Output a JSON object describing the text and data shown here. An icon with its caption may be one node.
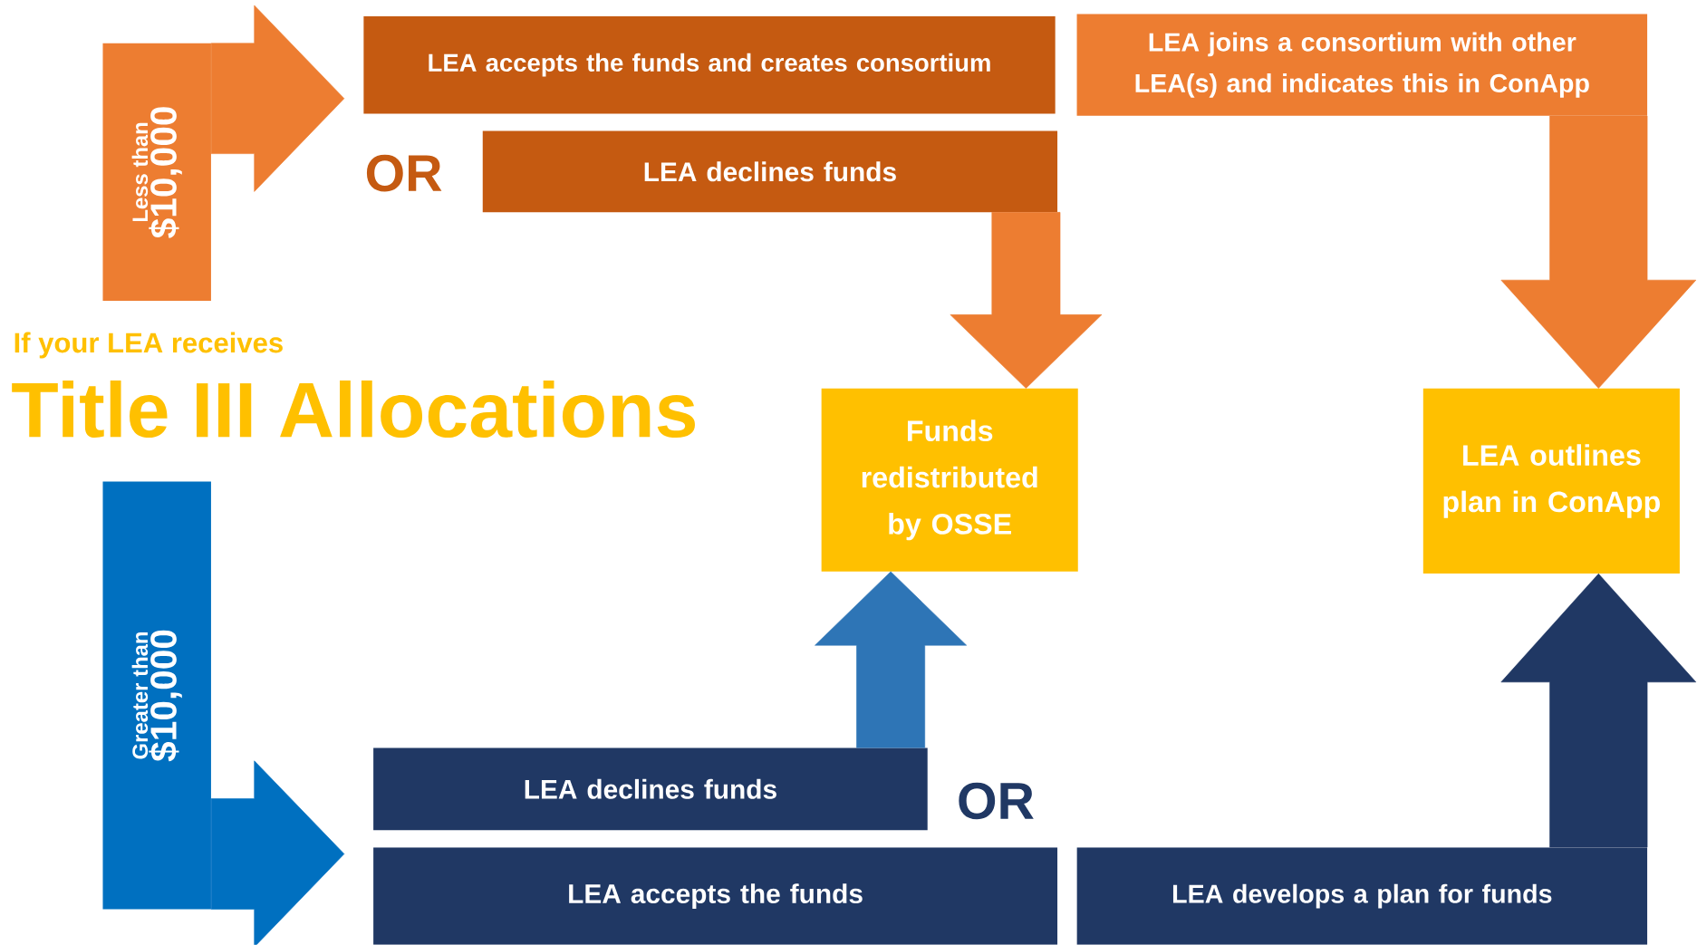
{
  "diagram": {
    "title": "Title III Allocations",
    "nodes": [
      {
        "text": [
          "Less than",
          "$10,000"
        ]
      },
      {
        "text": [
          "LEA accepts the funds and creates consortium"
        ]
      },
      {
        "text": [
          "LEA declines funds"
        ]
      },
      {
        "text": [
          "LEA joins a consortium with other LEA(s) and indicates this in ConApp"
        ]
      },
      {
        "text": [
          "Funds redistributed by OSSE"
        ]
      },
      {
        "text": [
          "LEA outlines plan in ConApp"
        ]
      },
      {
        "text": [
          "Greater than",
          "$10,000"
        ]
      },
      {
        "text": [
          "LEA declines funds"
        ]
      },
      {
        "text": [
          "LEA accepts the funds"
        ]
      },
      {
        "text": [
          "LEA develops a plan for funds"
        ]
      }
    ],
    "edges": [
      {
        "from": 0,
        "to": null,
        "arrow": "to",
        "color": "#ed7d31"
      },
      {
        "from": 2,
        "to": 4,
        "arrow": "to",
        "color": "#ed7d31"
      },
      {
        "from": 3,
        "to": 5,
        "arrow": "to",
        "color": "#ed7d31"
      },
      {
        "from": 6,
        "to": null,
        "arrow": "to",
        "color": "#0070c0"
      },
      {
        "from": 7,
        "to": 4,
        "arrow": "to",
        "color": "#2e75b6"
      },
      {
        "from": 9,
        "to": 5,
        "arrow": "to",
        "color": "#203864"
      }
    ],
    "labels": [
      "If your LEA receives",
      "OR",
      "OR"
    ]
  }
}
